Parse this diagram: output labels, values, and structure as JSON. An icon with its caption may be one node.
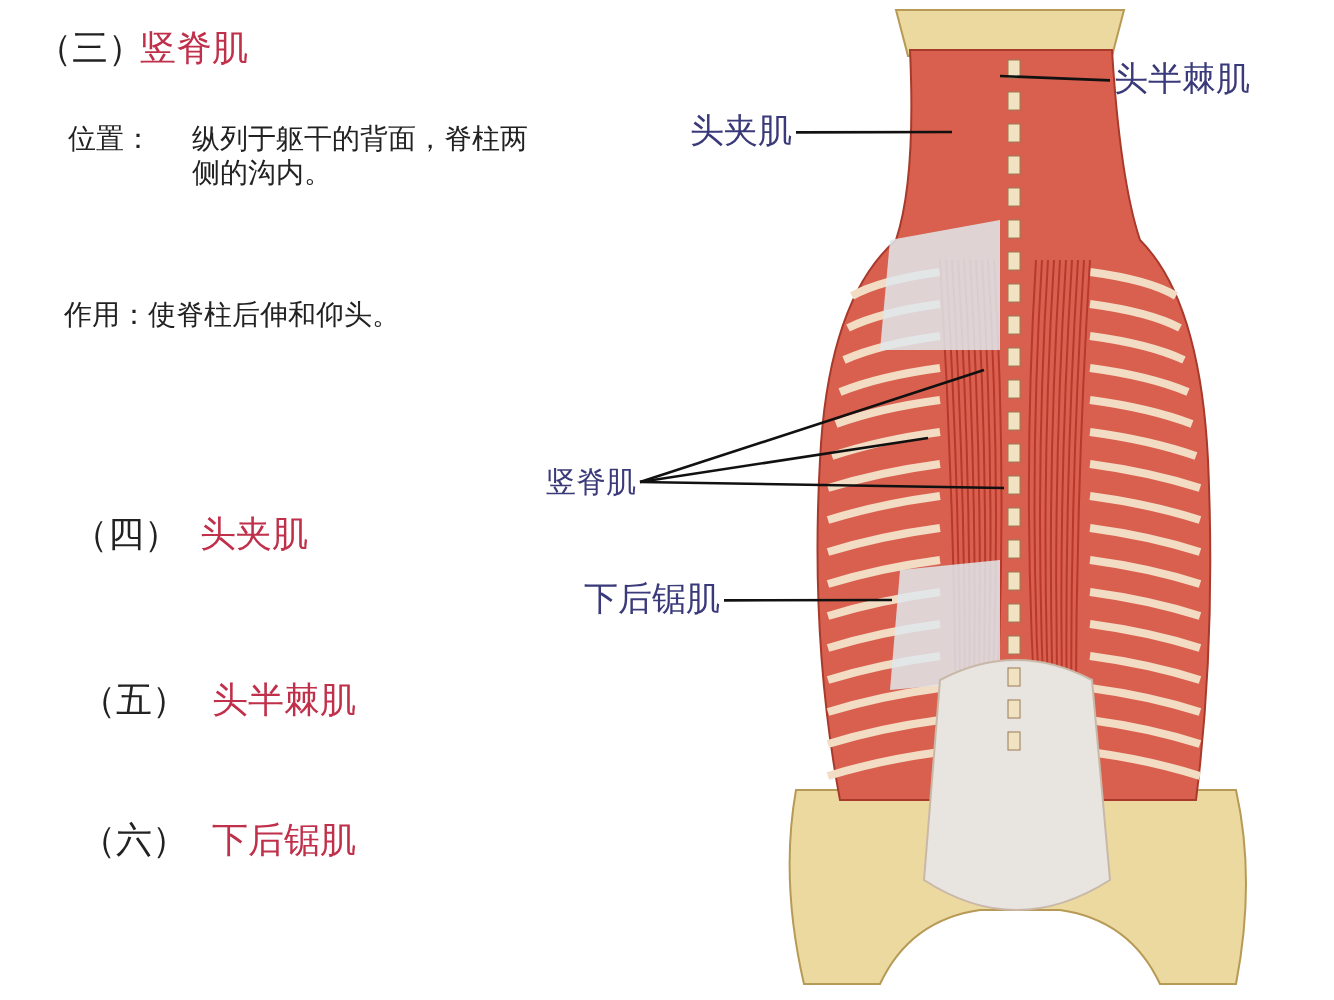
{
  "diagram": {
    "nodes": [
      {
        "text": [
          "头半棘肌"
        ]
      },
      {
        "text": [
          "头夹肌"
        ]
      },
      {
        "text": [
          "竖脊肌"
        ]
      },
      {
        "text": [
          "下后锯肌"
        ]
      }
    ],
    "edges": [
      {
        "from": 0,
        "to": null,
        "arrow": "none"
      },
      {
        "from": 1,
        "to": null,
        "arrow": "none"
      },
      {
        "from": 2,
        "to": null,
        "arrow": "none"
      },
      {
        "from": 2,
        "to": null,
        "arrow": "none"
      },
      {
        "from": 2,
        "to": null,
        "arrow": "none"
      },
      {
        "from": 3,
        "to": null,
        "arrow": "none"
      }
    ],
    "labels": [
      "（三）",
      "竖脊肌",
      "位置：",
      "纵列于躯干的背面，脊柱两侧的沟内。",
      "作用：使脊柱后伸和仰头。",
      "（四）",
      "头夹肌",
      "（五）",
      "头半棘肌",
      "（六）",
      "下后锯肌"
    ]
  }
}
